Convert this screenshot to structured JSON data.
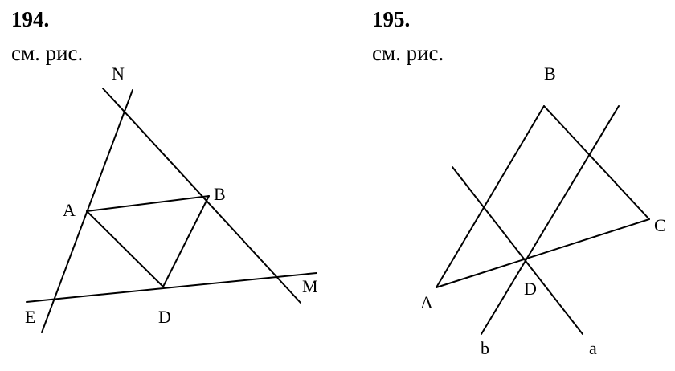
{
  "problems": [
    {
      "number": "194.",
      "note": "см. рис.",
      "points": {
        "N": "N",
        "A": "A",
        "B": "B",
        "E": "E",
        "D": "D",
        "M": "M"
      }
    },
    {
      "number": "195.",
      "note": "см. рис.",
      "points": {
        "B": "B",
        "C": "C",
        "A": "A",
        "D": "D",
        "b": "b",
        "a": "a"
      }
    }
  ]
}
